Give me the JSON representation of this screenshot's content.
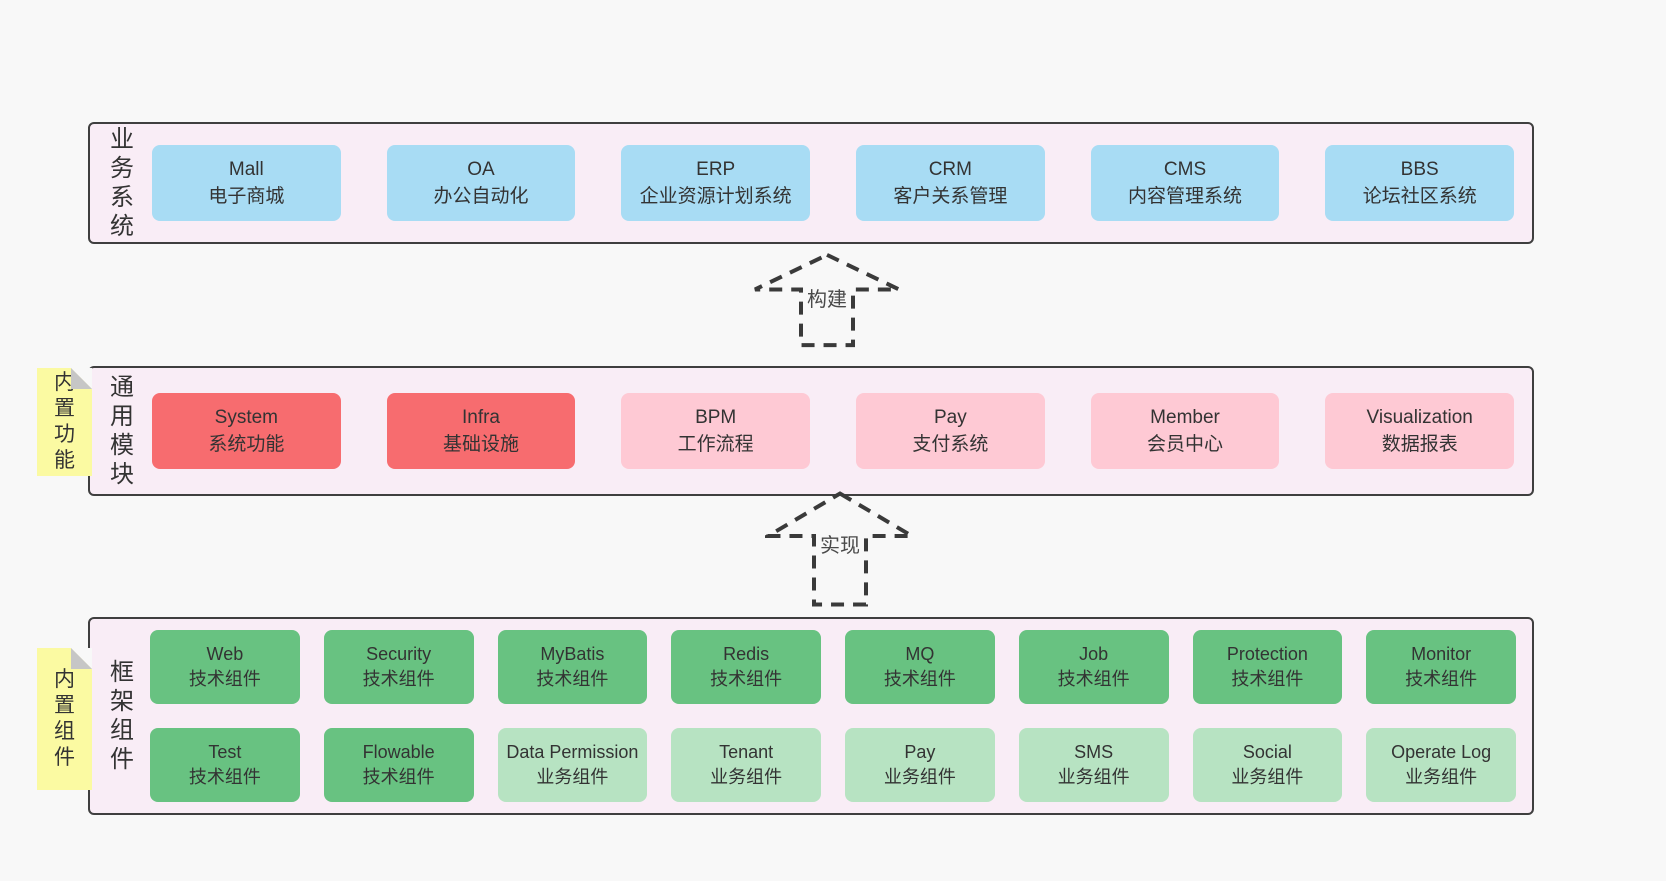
{
  "business": {
    "label": "业务系统",
    "boxes": [
      {
        "en": "Mall",
        "zh": "电子商城",
        "variant": "blue"
      },
      {
        "en": "OA",
        "zh": "办公自动化",
        "variant": "blue"
      },
      {
        "en": "ERP",
        "zh": "企业资源计划系统",
        "variant": "blue"
      },
      {
        "en": "CRM",
        "zh": "客户关系管理",
        "variant": "blue"
      },
      {
        "en": "CMS",
        "zh": "内容管理系统",
        "variant": "blue"
      },
      {
        "en": "BBS",
        "zh": "论坛社区系统",
        "variant": "blue"
      }
    ]
  },
  "modules": {
    "label": "通用模块",
    "note": "内置功能",
    "boxes": [
      {
        "en": "System",
        "zh": "系统功能",
        "variant": "red"
      },
      {
        "en": "Infra",
        "zh": "基础设施",
        "variant": "red"
      },
      {
        "en": "BPM",
        "zh": "工作流程",
        "variant": "pink"
      },
      {
        "en": "Pay",
        "zh": "支付系统",
        "variant": "pink"
      },
      {
        "en": "Member",
        "zh": "会员中心",
        "variant": "pink"
      },
      {
        "en": "Visualization",
        "zh": "数据报表",
        "variant": "pink"
      }
    ]
  },
  "framework": {
    "label": "框架组件",
    "note": "内置组件",
    "row1": [
      {
        "en": "Web",
        "zh": "技术组件",
        "variant": "green"
      },
      {
        "en": "Security",
        "zh": "技术组件",
        "variant": "green"
      },
      {
        "en": "MyBatis",
        "zh": "技术组件",
        "variant": "green"
      },
      {
        "en": "Redis",
        "zh": "技术组件",
        "variant": "green"
      },
      {
        "en": "MQ",
        "zh": "技术组件",
        "variant": "green"
      },
      {
        "en": "Job",
        "zh": "技术组件",
        "variant": "green"
      },
      {
        "en": "Protection",
        "zh": "技术组件",
        "variant": "green"
      },
      {
        "en": "Monitor",
        "zh": "技术组件",
        "variant": "green"
      }
    ],
    "row2": [
      {
        "en": "Test",
        "zh": "技术组件",
        "variant": "green"
      },
      {
        "en": "Flowable",
        "zh": "技术组件",
        "variant": "green"
      },
      {
        "en": "Data Permission",
        "zh": "业务组件",
        "variant": "green-light"
      },
      {
        "en": "Tenant",
        "zh": "业务组件",
        "variant": "green-light"
      },
      {
        "en": "Pay",
        "zh": "业务组件",
        "variant": "green-light"
      },
      {
        "en": "SMS",
        "zh": "业务组件",
        "variant": "green-light"
      },
      {
        "en": "Social",
        "zh": "业务组件",
        "variant": "green-light"
      },
      {
        "en": "Operate Log",
        "zh": "业务组件",
        "variant": "green-light"
      }
    ]
  },
  "arrows": {
    "build": "构建",
    "implement": "实现"
  },
  "colors": {
    "page_bg": "#f8f8f8",
    "layer_bg": "#f9edf6",
    "layer_border": "#3f3f3f",
    "blue": "#a8dcf4",
    "red": "#f76c6f",
    "pink": "#fec9d4",
    "green": "#68c281",
    "green_light": "#b7e3c2",
    "note_yellow": "#fbfaa2",
    "note_fold": "#c6c6c6",
    "arrow_stroke": "#3a3a3a",
    "text": "#333333"
  }
}
